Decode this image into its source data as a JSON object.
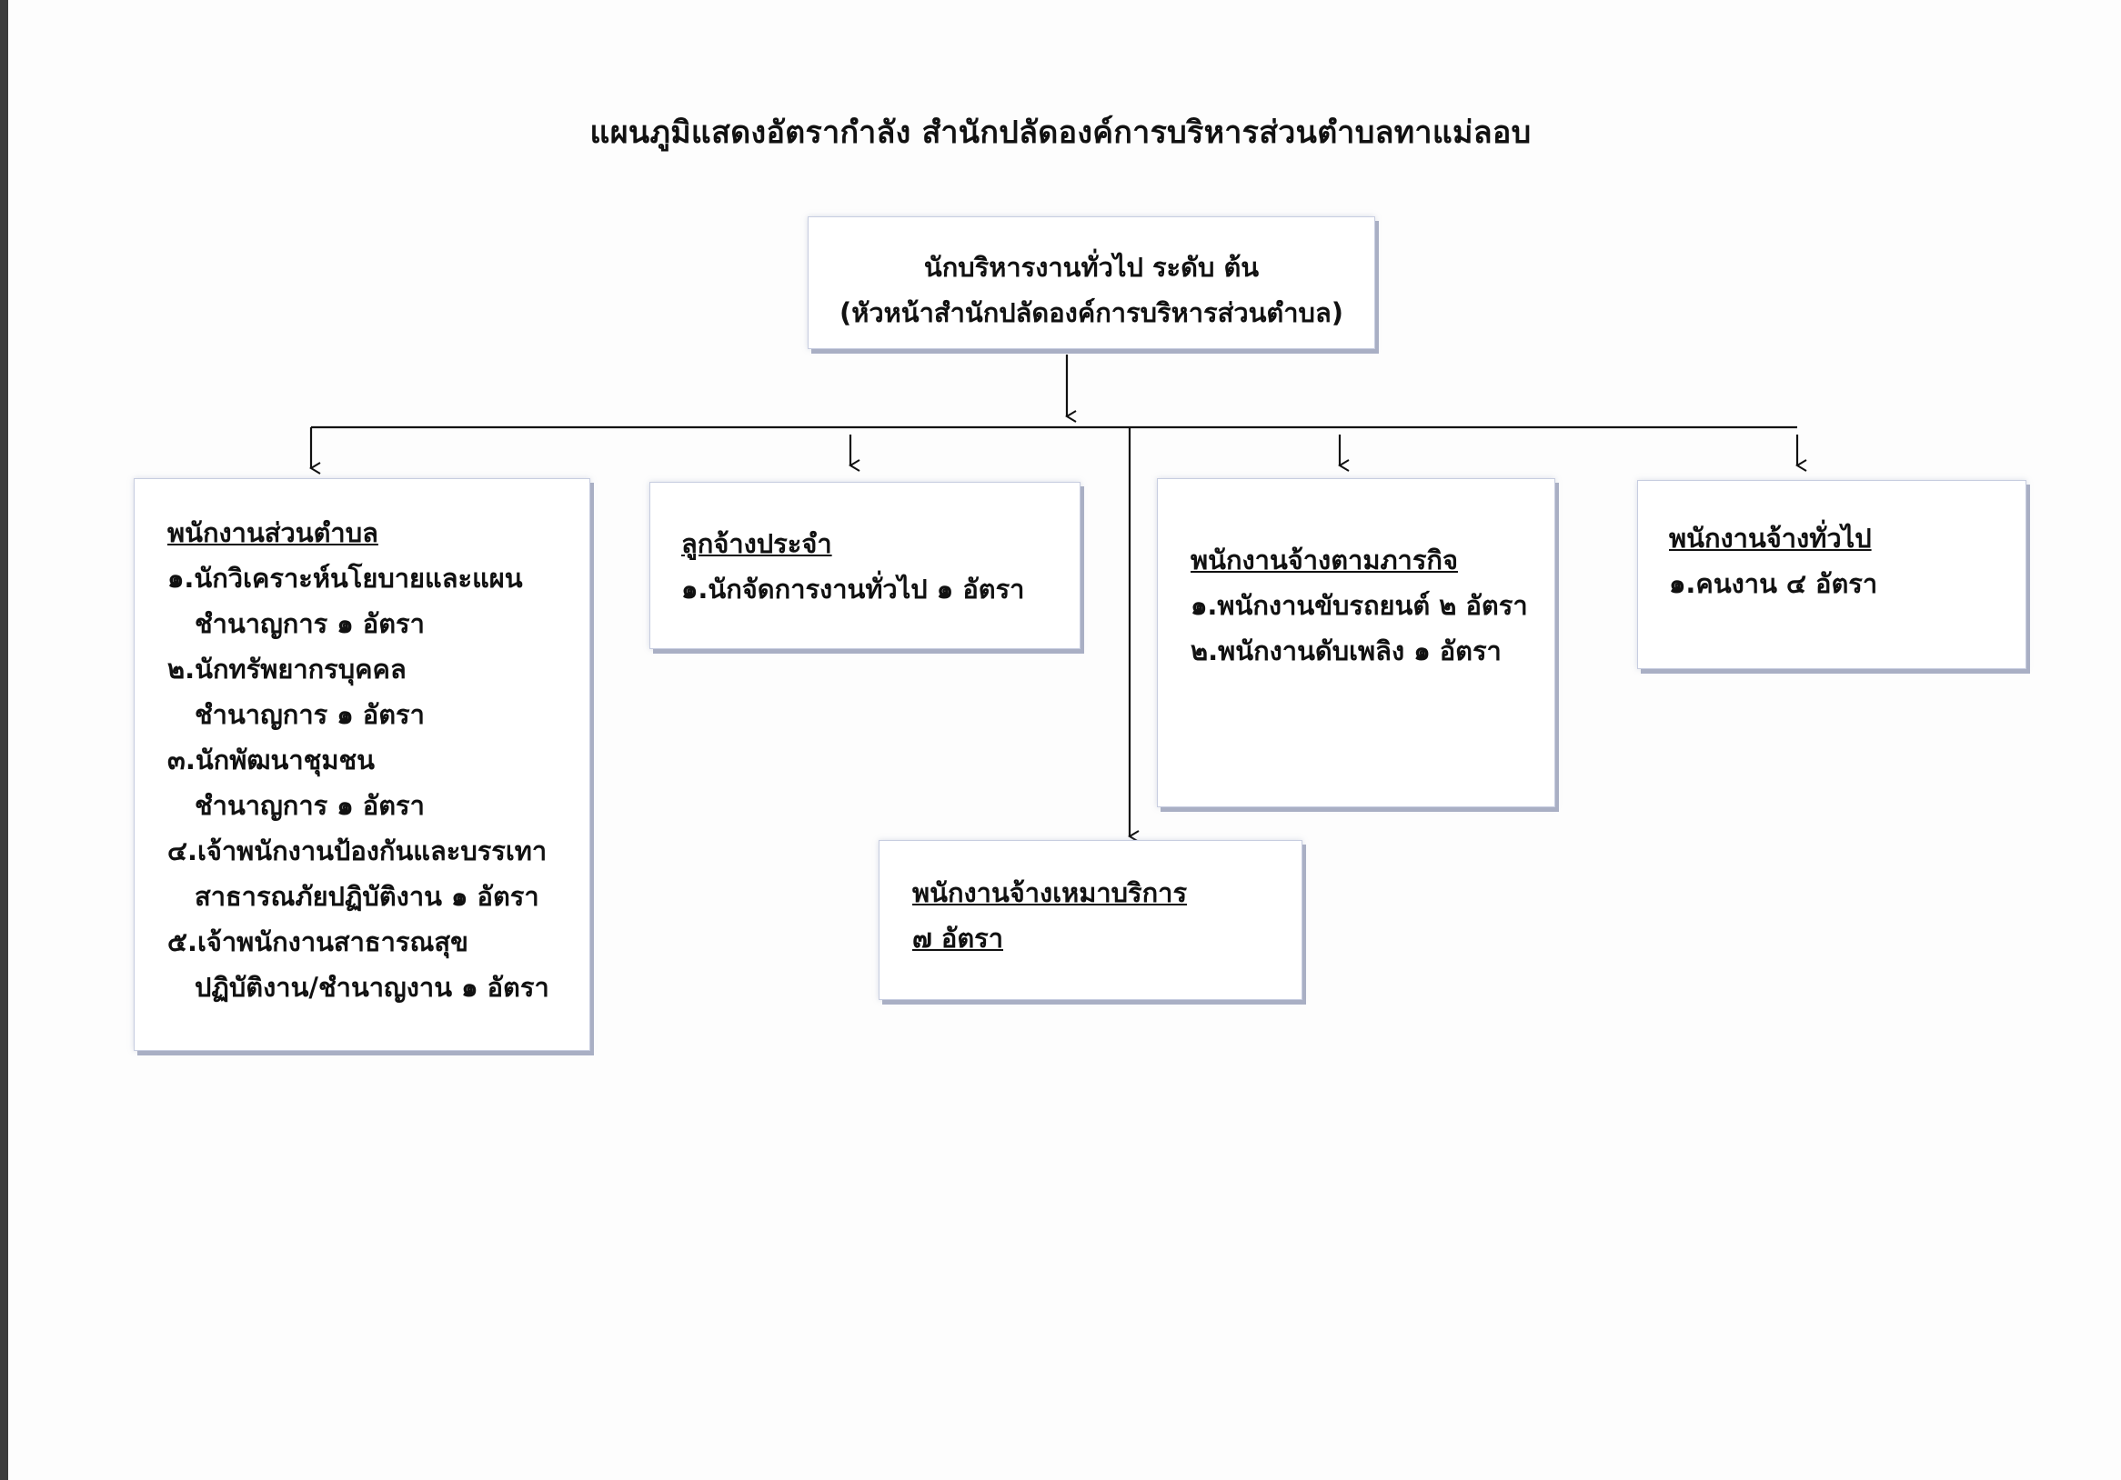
{
  "title": "แผนภูมิแสดงอัตรากำลัง สำนักปลัดองค์การบริหารส่วนตำบลทาแม่ลอบ",
  "head": {
    "line1": "นักบริหารงานทั่วไป ระดับ ต้น",
    "line2": "(หัวหน้าสำนักปลัดองค์การบริหารส่วนตำบล)"
  },
  "units": {
    "subdistrict_staff": {
      "heading": "พนักงานส่วนตำบล",
      "lines": [
        "๑.นักวิเคราะห์นโยบายและแผน",
        "ชำนาญการ ๑ อัตรา",
        "๒.นักทรัพยากรบุคคล",
        "ชำนาญการ ๑ อัตรา",
        "๓.นักพัฒนาชุมชน",
        "ชำนาญการ ๑ อัตรา",
        "๔.เจ้าพนักงานป้องกันและบรรเทา",
        "สาธารณภัยปฏิบัติงาน ๑ อัตรา",
        "๕.เจ้าพนักงานสาธารณสุข",
        "ปฏิบัติงาน/ชำนาญงาน ๑ อัตรา"
      ]
    },
    "permanent_employee": {
      "heading": "ลูกจ้างประจำ",
      "lines": [
        "๑.นักจัดการงานทั่วไป ๑ อัตรา"
      ]
    },
    "contract_mission": {
      "heading": "พนักงานจ้างตามภารกิจ",
      "lines": [
        "๑.พนักงานขับรถยนต์ ๒ อัตรา",
        "๒.พนักงานดับเพลิง ๑ อัตรา"
      ]
    },
    "general_employee": {
      "heading": "พนักงานจ้างทั่วไป",
      "lines": [
        "๑.คนงาน ๔ อัตรา"
      ]
    },
    "service_contract": {
      "heading": "พนักงานจ้างเหมาบริการ",
      "count": "๗ อัตรา"
    }
  },
  "colors": {
    "box_border": "#c7cde0",
    "box_shadow": "#a9afc4",
    "line": "#111111"
  }
}
